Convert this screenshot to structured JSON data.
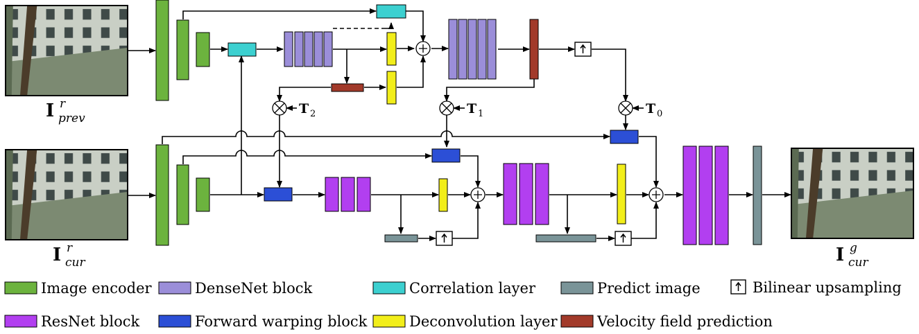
{
  "colors": {
    "image_encoder": "#6cb33e",
    "densenet": "#9b8ed9",
    "correlation": "#3cd0d0",
    "predict": "#7a9498",
    "upsample": "#ffffff",
    "resnet": "#b23ff0",
    "warping": "#2c4fd6",
    "deconv": "#f2ee1a",
    "velocity": "#a23a2a"
  },
  "labels": {
    "prev_image": {
      "base": "I",
      "sup": "r",
      "sub": "prev"
    },
    "cur_image": {
      "base": "I",
      "sup": "r",
      "sub": "cur"
    },
    "gen_image": {
      "base": "I",
      "sup": "g",
      "sub": "cur"
    },
    "t2": {
      "base": "T",
      "sub": "2"
    },
    "t1": {
      "base": "T",
      "sub": "1"
    },
    "t0": {
      "base": "T",
      "sub": "0"
    }
  },
  "legend": [
    {
      "key": "image_encoder",
      "label": "Image encoder"
    },
    {
      "key": "densenet",
      "label": "DenseNet block"
    },
    {
      "key": "correlation",
      "label": "Correlation layer"
    },
    {
      "key": "predict",
      "label": "Predict image"
    },
    {
      "key": "upsample",
      "label": "Bilinear upsampling"
    },
    {
      "key": "resnet",
      "label": "ResNet block"
    },
    {
      "key": "warping",
      "label": "Forward warping block"
    },
    {
      "key": "deconv",
      "label": "Deconvolution layer"
    },
    {
      "key": "velocity",
      "label": "Velocity field prediction"
    }
  ]
}
